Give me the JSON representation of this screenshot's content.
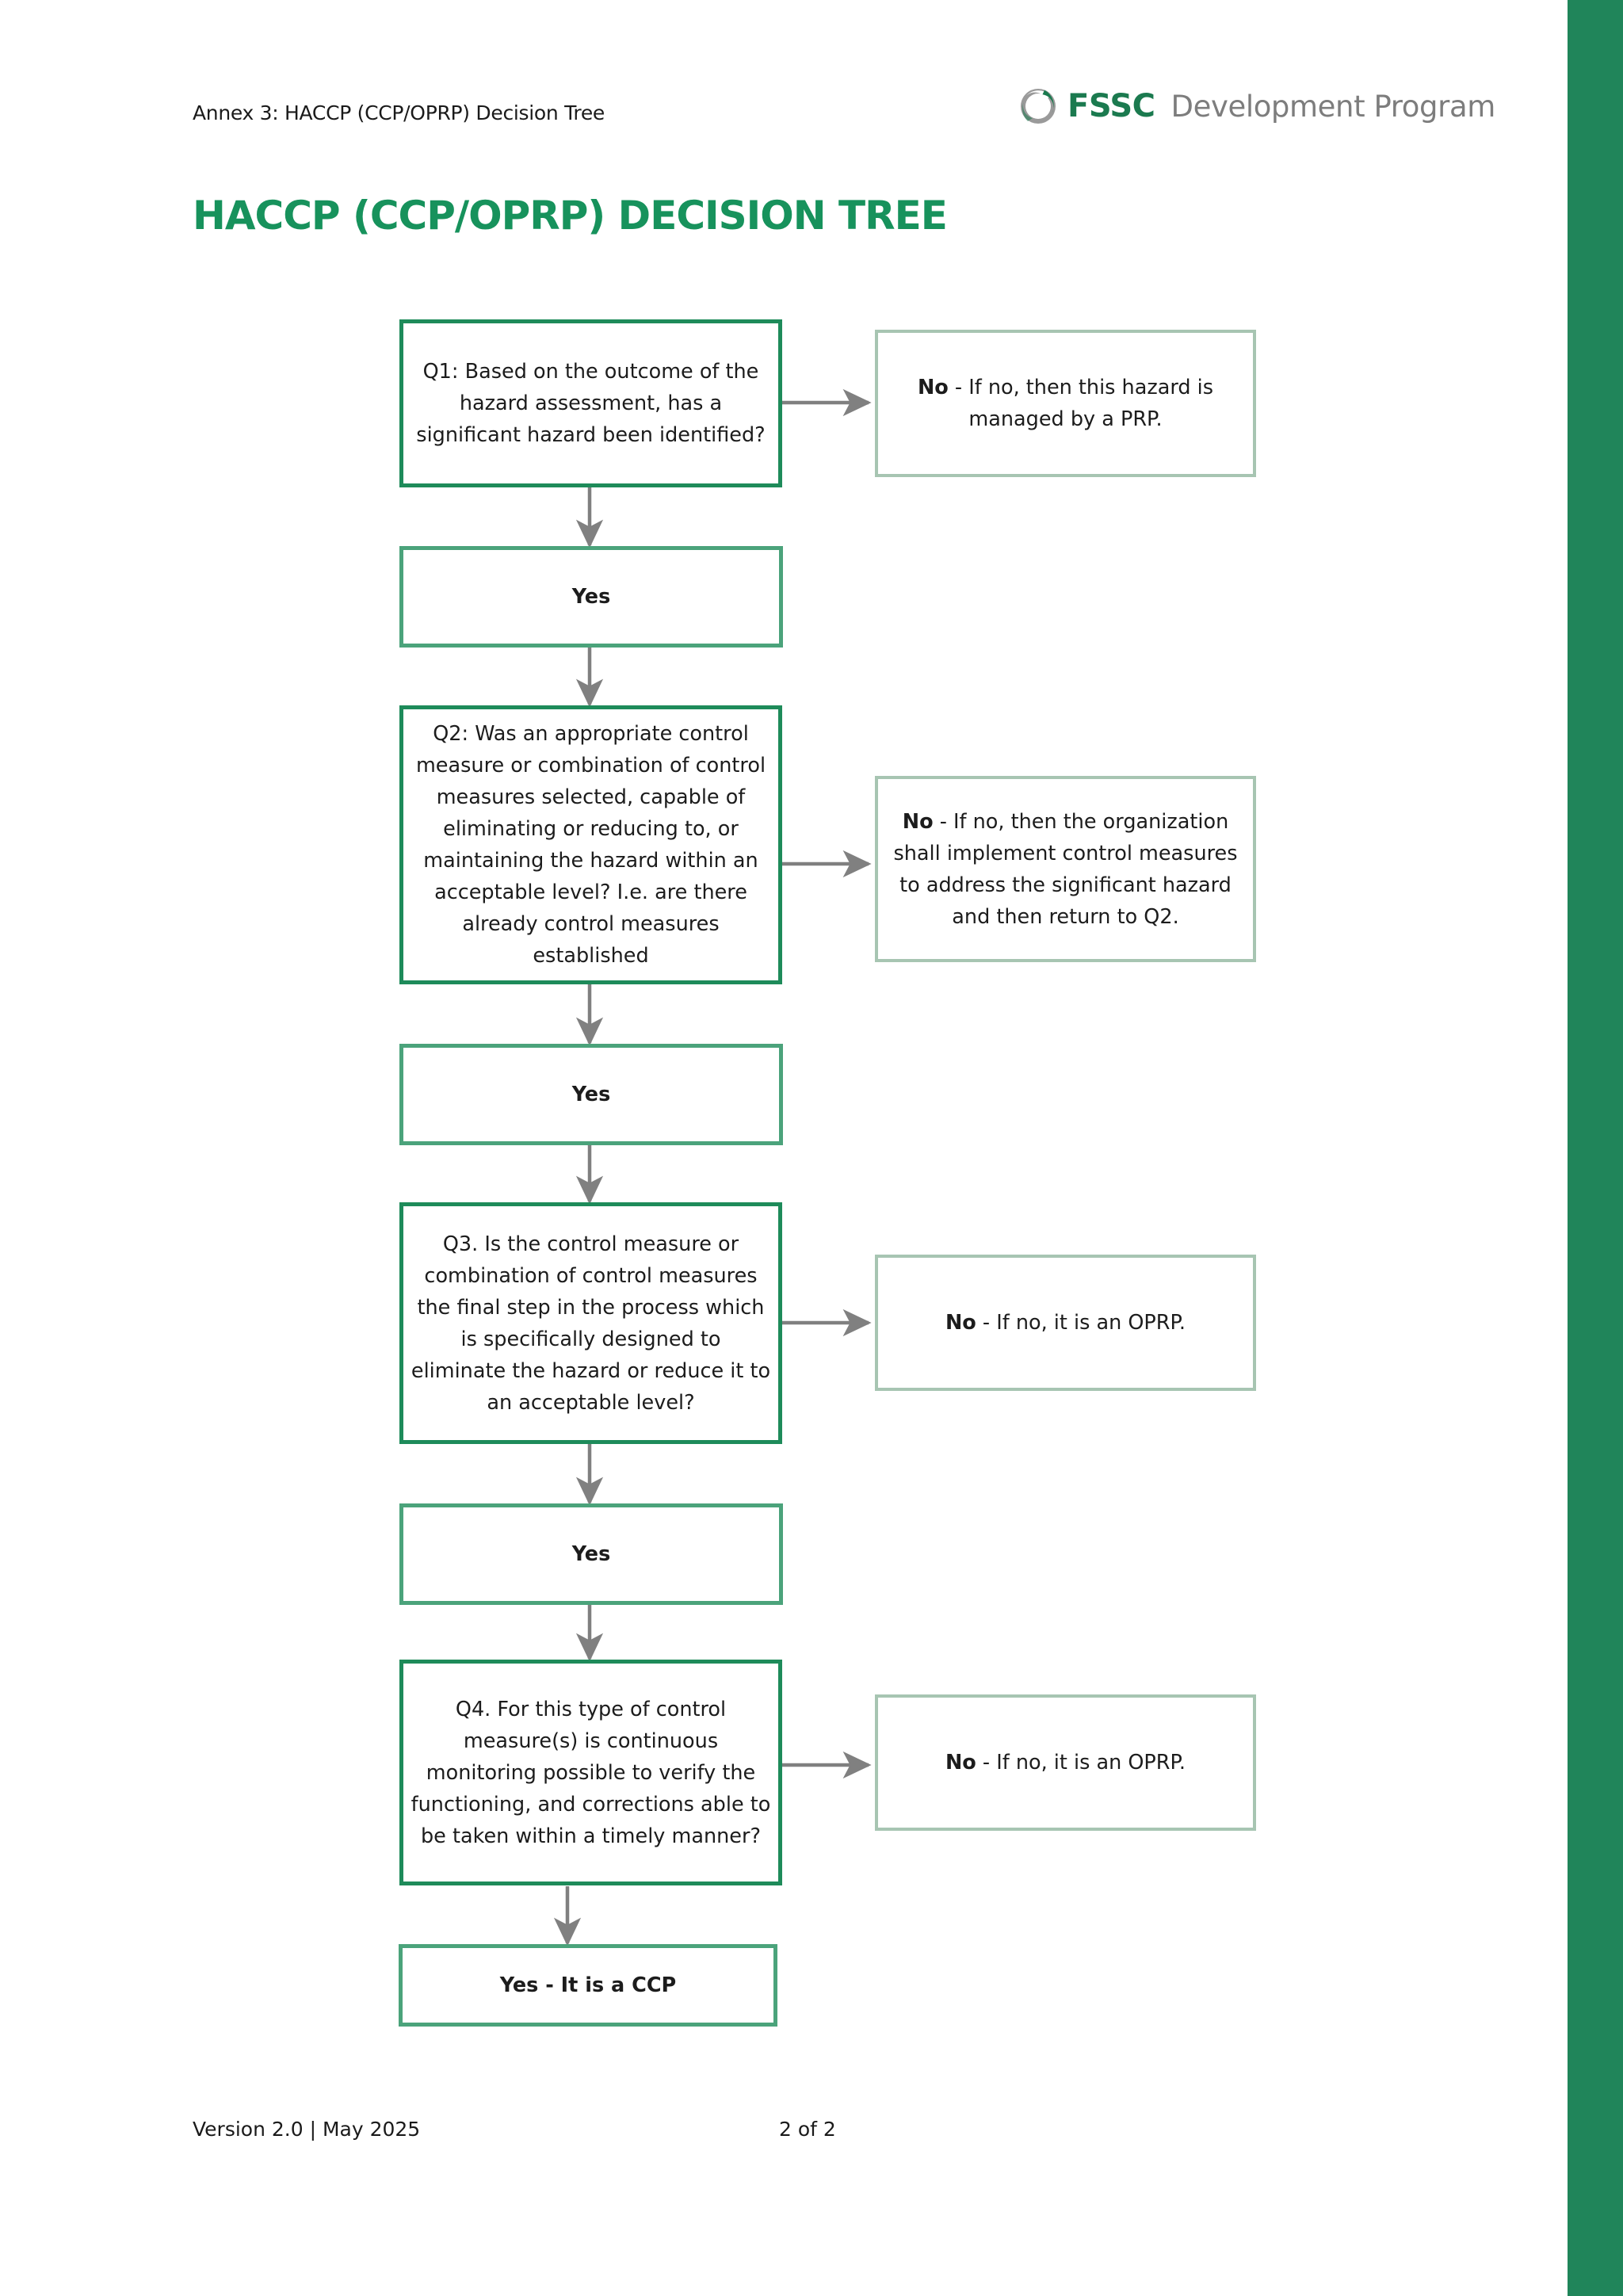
{
  "header": {
    "annex_label": "Annex 3: HACCP (CCP/OPRP) Decision Tree",
    "brand_name": "FSSC",
    "brand_subtitle": "Development Program",
    "logo_icon": "fssc-swirl-mark"
  },
  "title": "HACCP (CCP/OPRP) DECISION TREE",
  "colors": {
    "brand_green": "#1b7a4f",
    "title_green": "#17925c",
    "edge_bar_green": "#20855a",
    "question_border": "#1e8b5a",
    "yes_border": "#4ba37b",
    "no_border": "#a7c5b2",
    "connector_gray": "#808080",
    "brand_gray": "#7d7d7d"
  },
  "chart_data": {
    "type": "flowchart",
    "title": "HACCP (CCP/OPRP) DECISION TREE",
    "nodes": [
      {
        "id": "q1",
        "kind": "question",
        "text": "Q1: Based on the outcome of the hazard assessment, has a significant hazard been identified?"
      },
      {
        "id": "q1_no",
        "kind": "outcome",
        "lead": "No",
        "text": " - If no, then this hazard is managed by a PRP."
      },
      {
        "id": "yes1",
        "kind": "answer",
        "text": "Yes"
      },
      {
        "id": "q2",
        "kind": "question",
        "text": "Q2: Was an appropriate control measure or combination of control measures selected, capable of eliminating or reducing to, or maintaining the hazard within an acceptable level? I.e. are there already control measures established"
      },
      {
        "id": "q2_no",
        "kind": "outcome",
        "lead": "No",
        "text": " - If no, then the organization shall implement control measures to address the significant hazard and then return to Q2."
      },
      {
        "id": "yes2",
        "kind": "answer",
        "text": "Yes"
      },
      {
        "id": "q3",
        "kind": "question",
        "text": "Q3. Is the control measure or combination of control measures the final step in the process which is specifically designed to eliminate the hazard or reduce it to an acceptable level?"
      },
      {
        "id": "q3_no",
        "kind": "outcome",
        "lead": "No",
        "text": " - If no, it is an OPRP."
      },
      {
        "id": "yes3",
        "kind": "answer",
        "text": "Yes"
      },
      {
        "id": "q4",
        "kind": "question",
        "text": "Q4. For this type of control measure(s) is continuous monitoring possible to verify the functioning, and corrections able to be taken within a timely manner?"
      },
      {
        "id": "q4_no",
        "kind": "outcome",
        "lead": "No",
        "text": " - If no, it is an OPRP."
      },
      {
        "id": "ccp",
        "kind": "answer",
        "text": "Yes - It is a CCP"
      }
    ],
    "edges": [
      {
        "from": "q1",
        "to": "q1_no",
        "direction": "right",
        "label": ""
      },
      {
        "from": "q1",
        "to": "yes1",
        "direction": "down",
        "label": ""
      },
      {
        "from": "yes1",
        "to": "q2",
        "direction": "down",
        "label": ""
      },
      {
        "from": "q2",
        "to": "q2_no",
        "direction": "right",
        "label": ""
      },
      {
        "from": "q2",
        "to": "yes2",
        "direction": "down",
        "label": ""
      },
      {
        "from": "yes2",
        "to": "q3",
        "direction": "down",
        "label": ""
      },
      {
        "from": "q3",
        "to": "q3_no",
        "direction": "right",
        "label": ""
      },
      {
        "from": "q3",
        "to": "yes3",
        "direction": "down",
        "label": ""
      },
      {
        "from": "yes3",
        "to": "q4",
        "direction": "down",
        "label": ""
      },
      {
        "from": "q4",
        "to": "q4_no",
        "direction": "right",
        "label": ""
      },
      {
        "from": "q4",
        "to": "ccp",
        "direction": "down",
        "label": ""
      }
    ]
  },
  "footer": {
    "version": "Version 2.0 | May 2025",
    "page_number": "2 of 2"
  }
}
